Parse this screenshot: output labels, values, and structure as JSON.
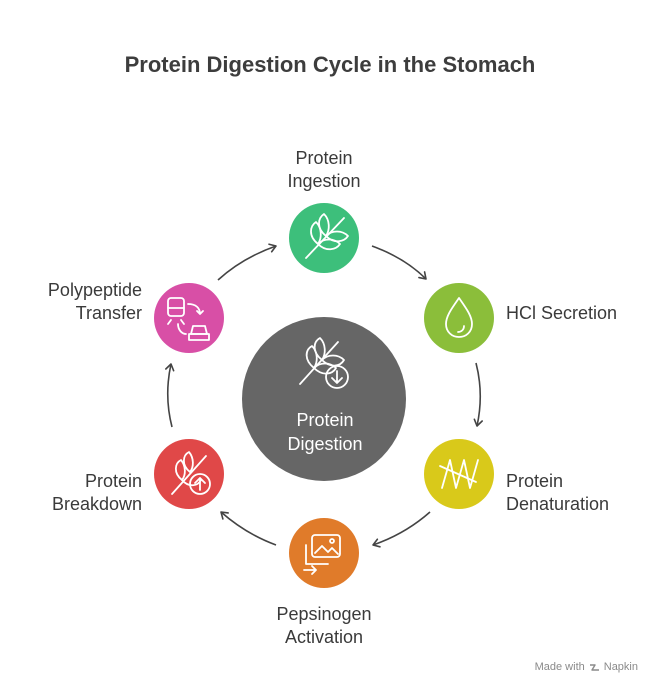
{
  "title": "Protein Digestion Cycle in the Stomach",
  "center": {
    "line1": "Protein",
    "line2": "Digestion",
    "color": "#666666"
  },
  "steps": [
    {
      "line1": "Protein",
      "line2": "Ingestion",
      "color": "#3dbf7b",
      "icon": "wheat-icon"
    },
    {
      "line1": "HCl Secretion",
      "line2": "",
      "color": "#8bbe3a",
      "icon": "droplet-icon"
    },
    {
      "line1": "Protein",
      "line2": "Denaturation",
      "color": "#d9c91a",
      "icon": "coil-icon"
    },
    {
      "line1": "Pepsinogen",
      "line2": "Activation",
      "color": "#e07b2a",
      "icon": "gallery-icon"
    },
    {
      "line1": "Protein",
      "line2": "Breakdown",
      "color": "#e04848",
      "icon": "wheat-up-icon"
    },
    {
      "line1": "Polypeptide",
      "line2": "Transfer",
      "color": "#d84fa6",
      "icon": "transport-icon"
    }
  ],
  "watermark": {
    "prefix": "Made with",
    "brand": "Napkin"
  }
}
